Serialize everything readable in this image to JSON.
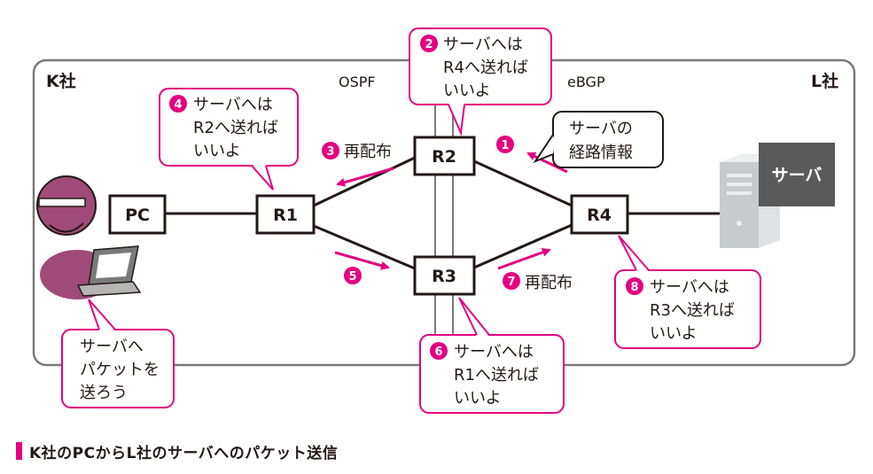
{
  "zones": {
    "left_company": "K社",
    "right_company": "L社",
    "protocol_left": "OSPF",
    "protocol_right": "eBGP"
  },
  "nodes": {
    "pc": "PC",
    "r1": "R1",
    "r2": "R2",
    "r3": "R3",
    "r4": "R4",
    "server": "サーバ"
  },
  "steps": {
    "s1": {
      "num": "1",
      "lines": [
        "サーバの",
        "経路情報"
      ]
    },
    "s2": {
      "num": "2",
      "lines": [
        "サーバへは",
        "R4へ送れば",
        "いいよ"
      ]
    },
    "s3": {
      "num": "3",
      "label": "再配布"
    },
    "s4": {
      "num": "4",
      "lines": [
        "サーバへは",
        "R2へ送れば",
        "いいよ"
      ]
    },
    "s5": {
      "num": "5"
    },
    "s6": {
      "num": "6",
      "lines": [
        "サーバへは",
        "R1へ送れば",
        "いいよ"
      ]
    },
    "s7": {
      "num": "7",
      "label": "再配布"
    },
    "s8": {
      "num": "8",
      "lines": [
        "サーバへは",
        "R3へ送れば",
        "いいよ"
      ]
    }
  },
  "pc_speech": [
    "サーバへ",
    "パケットを",
    "送ろう"
  ],
  "caption": "K社のPCからL社のサーバへのパケット送信",
  "colors": {
    "accent": "#e4007f",
    "line": "#231815",
    "frame": "#7a7a7a",
    "server_label_bg": "#5a5a5a",
    "user_fill": "#a04a78"
  }
}
